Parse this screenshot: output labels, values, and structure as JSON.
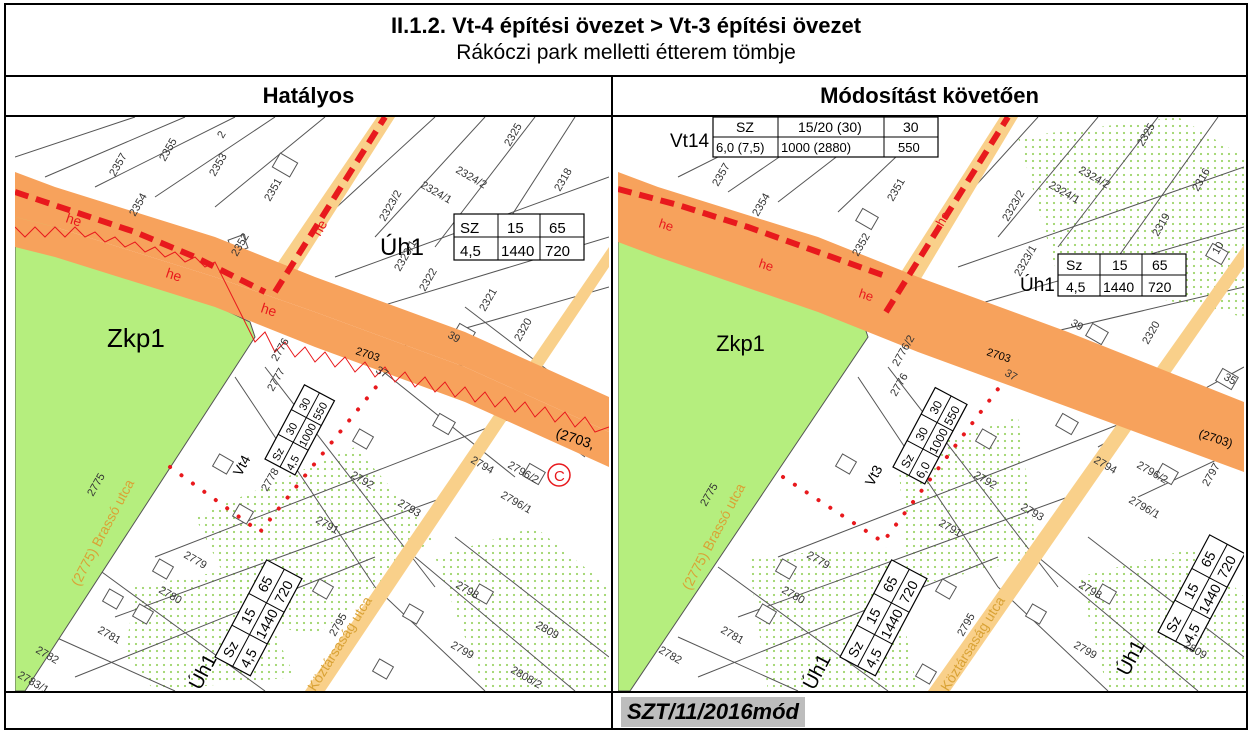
{
  "title": {
    "main": "II.1.2. Vt-4 építési övezet > Vt-3 építési övezet",
    "sub": "Rákóczi park melletti étterem tömbje"
  },
  "columns": {
    "left_header": "Hatályos",
    "right_header": "Módosítást követően"
  },
  "footer": {
    "right_text": "SZT/11/2016mód"
  },
  "map_left": {
    "zone_park": "Zkp1",
    "road_label": "2703",
    "road_label_end": "(2703,",
    "zone_vt": "Vt4",
    "zone_uh_top": "Úh1",
    "zone_uh_bottom": "Úh1",
    "street_brasso": "(2775) Brassó utca",
    "street_koztarsasag": "Köztársaság utca",
    "he_marker": "he",
    "circle_mark": "C",
    "uh_top_box": [
      "SZ",
      "15",
      "65",
      "4,5",
      "1440",
      "720"
    ],
    "uh_bottom_box": [
      "Sz",
      "15",
      "65",
      "4,5",
      "1440",
      "720"
    ],
    "vt_box": [
      "Sz",
      "30",
      "30",
      "4,5",
      "1000",
      "550"
    ],
    "parcels": [
      "2357",
      "2355",
      "2353",
      "2351",
      "2354",
      "2352",
      "2325",
      "2318",
      "2324/2",
      "2324/1",
      "2323/2",
      "2323/1",
      "2322",
      "2321",
      "2320",
      "2776",
      "2777",
      "2778",
      "2792",
      "2794",
      "2796/2",
      "2796/1",
      "2793",
      "2791",
      "2779",
      "2780",
      "2781",
      "2782",
      "2783/1",
      "2798",
      "2799",
      "2808/2",
      "2809",
      "2795",
      "2775",
      "39",
      "37",
      "2"
    ]
  },
  "map_right": {
    "zone_park": "Zkp1",
    "road_label": "2703",
    "road_label_end": "(2703)",
    "zone_vt": "Vt3",
    "zone_vt_top": "Vt14",
    "zone_uh_top": "Úh1",
    "zone_uh_bottom": "Úh1",
    "zone_uh_bottom2": "Úh1",
    "street_brasso": "(2775) Brassó utca",
    "street_koztarsasag": "Köztársaság utca",
    "he_marker": "he",
    "vt14_box": [
      "SZ",
      "15/20 (30)",
      "30",
      "6,0 (7,5)",
      "1000 (2880)",
      "550"
    ],
    "uh_top_box": [
      "Sz",
      "15",
      "65",
      "4,5",
      "1440",
      "720"
    ],
    "uh_bottom_box": [
      "Sz",
      "15",
      "65",
      "4,5",
      "1440",
      "720"
    ],
    "uh_bottom2_box": [
      "Sz",
      "15",
      "65",
      "4,5",
      "1440",
      "720"
    ],
    "vt_box": [
      "Sz",
      "30",
      "30",
      "6,0",
      "1000",
      "550"
    ],
    "parcels": [
      "2357",
      "2354",
      "2351",
      "2352",
      "2325",
      "2316",
      "2324/2",
      "2324/1",
      "2323/2",
      "2323/1",
      "2319",
      "2320",
      "2776/2",
      "2776",
      "2792",
      "2794",
      "2796/2",
      "2796/1",
      "2797",
      "2793",
      "2791",
      "2779",
      "2780",
      "2781",
      "2782",
      "2798",
      "2799",
      "2809",
      "2795",
      "2775",
      "39",
      "37",
      "35",
      "10"
    ]
  },
  "colors": {
    "road_orange": "#f7a25c",
    "park_green": "#b5ee7e",
    "street_tan": "#f9d08a",
    "dotted_green": "#9ed56b",
    "red_line": "#e8191d",
    "line_gray": "#555555"
  }
}
